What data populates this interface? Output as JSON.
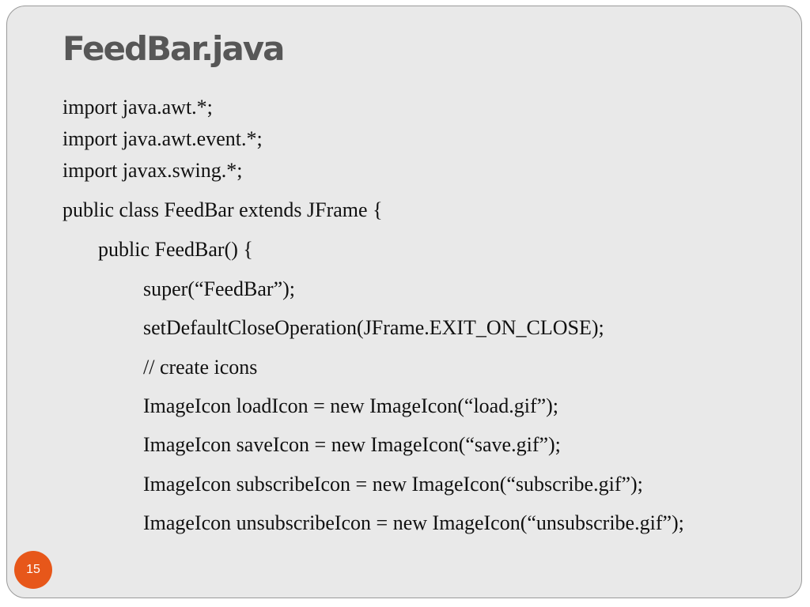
{
  "slide": {
    "title": "FeedBar.java",
    "lines": [
      "import java.awt.*;",
      "import java.awt.event.*;",
      "import javax.swing.*;",
      "public class FeedBar extends JFrame {",
      "public FeedBar() {",
      "super(“FeedBar”);",
      "setDefaultCloseOperation(JFrame.EXIT_ON_CLOSE);",
      "// create icons",
      "ImageIcon loadIcon = new ImageIcon(“load.gif”);",
      "ImageIcon saveIcon = new ImageIcon(“save.gif”);",
      "ImageIcon subscribeIcon = new ImageIcon(“subscribe.gif”);",
      "ImageIcon unsubscribeIcon = new ImageIcon(“unsubscribe.gif”);"
    ],
    "page_number": "15",
    "colors": {
      "background": "#e9e9e9",
      "title": "#575757",
      "text": "#111111",
      "badge": "#e7571a"
    }
  }
}
